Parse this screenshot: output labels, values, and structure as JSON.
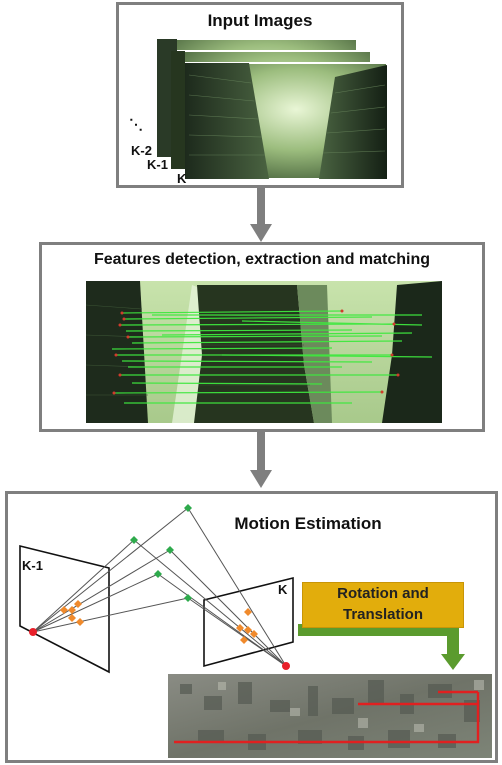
{
  "stage1": {
    "title": "Input Images",
    "labels": [
      "K-2",
      "K-1",
      "K"
    ],
    "dots": "⋱"
  },
  "stage2": {
    "title": "Features detection, extraction and matching"
  },
  "stage3": {
    "title": "Motion Estimation",
    "frame_prev": "K-1",
    "frame_curr": "K",
    "badge_line1": "Rotation and",
    "badge_line2": "Translation"
  },
  "colors": {
    "border": "#7f7f7f",
    "arrow": "#7f7f7f",
    "badge": "#e2ad0c",
    "green_arrow": "#5b9b2e",
    "feature": "#f08a2c",
    "landmark": "#2eaa4c",
    "camera": "#e8202a",
    "trajectory": "#e02020"
  }
}
